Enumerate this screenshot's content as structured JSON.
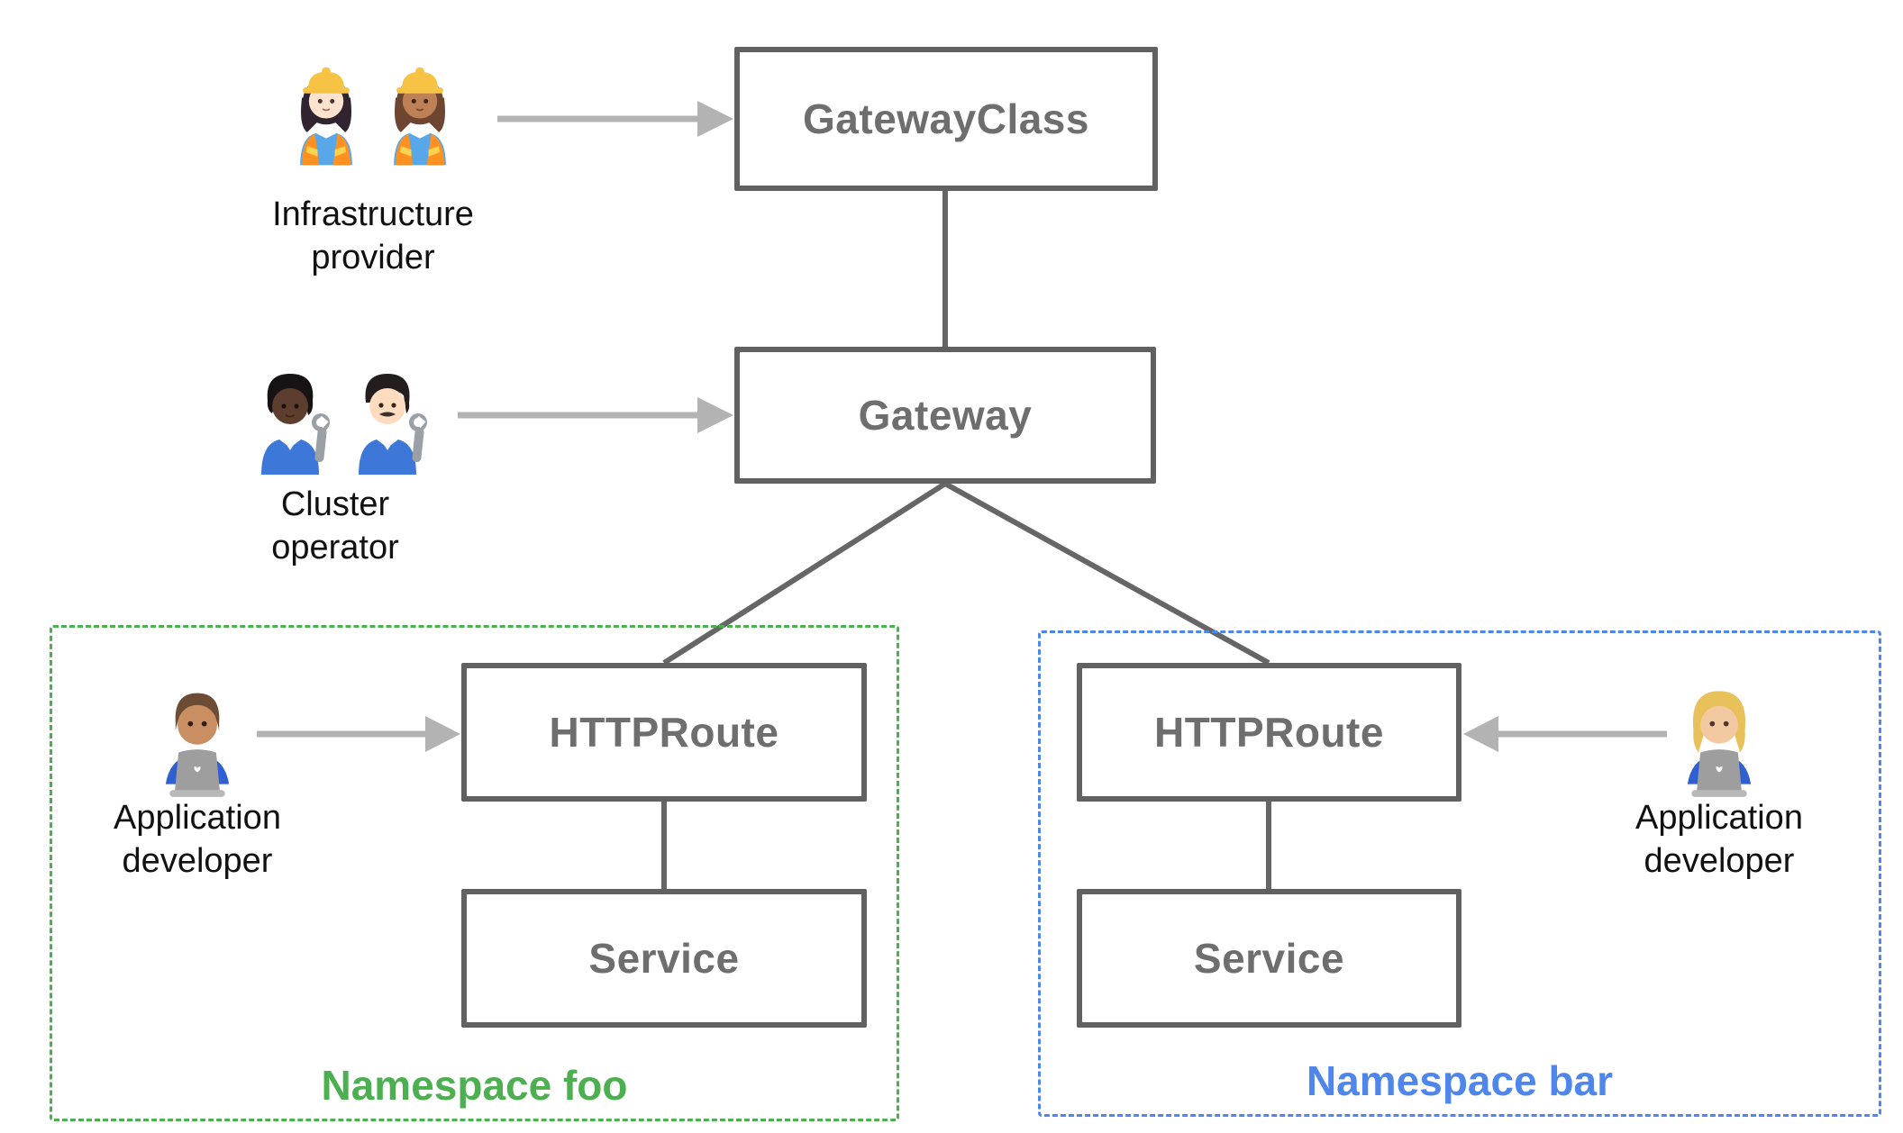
{
  "nodes": {
    "gateway_class": {
      "label": "GatewayClass"
    },
    "gateway": {
      "label": "Gateway"
    },
    "httproute_foo": {
      "label": "HTTPRoute"
    },
    "service_foo": {
      "label": "Service"
    },
    "httproute_bar": {
      "label": "HTTPRoute"
    },
    "service_bar": {
      "label": "Service"
    }
  },
  "personas": {
    "infrastructure_provider": {
      "label": "Infrastructure provider",
      "icons": [
        "woman-construction-worker-light-skin-emoji",
        "woman-construction-worker-medium-skin-emoji"
      ]
    },
    "cluster_operator": {
      "label": "Cluster operator",
      "icons": [
        "person-mechanic-dark-skin-emoji",
        "man-mechanic-light-skin-emoji"
      ]
    },
    "application_developer_foo": {
      "label": "Application developer",
      "icons": [
        "man-technologist-emoji"
      ]
    },
    "application_developer_bar": {
      "label": "Application developer",
      "icons": [
        "woman-technologist-emoji"
      ]
    }
  },
  "namespaces": {
    "foo": {
      "label": "Namespace foo",
      "color": "#4CAF50"
    },
    "bar": {
      "label": "Namespace bar",
      "color": "#4F86EC"
    }
  },
  "colors": {
    "node_border": "#616161",
    "node_label": "#6e6e6e",
    "connector": "#666666",
    "arrow": "#b3b3b3",
    "namespace_foo": "#4CAF50",
    "namespace_bar": "#4F86EC",
    "persona_label": "#111111"
  }
}
